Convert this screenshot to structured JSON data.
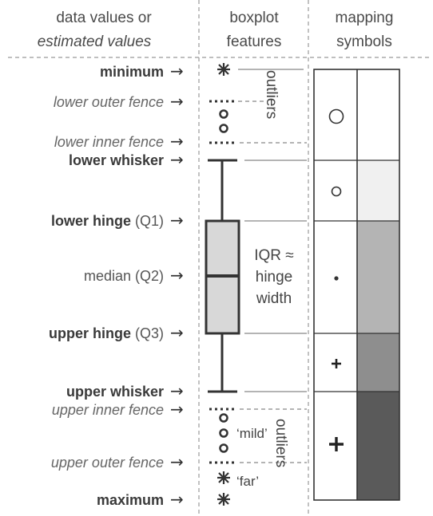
{
  "headers": {
    "col1_line1": "data values or",
    "col1_line2": "estimated values",
    "col2_line1": "boxplot",
    "col2_line2": "features",
    "col3_line1": "mapping",
    "col3_line2": "symbols"
  },
  "rows": {
    "minimum": "minimum",
    "lower_outer_fence": "lower outer fence",
    "lower_inner_fence": "lower inner fence",
    "lower_whisker": "lower whisker",
    "lower_hinge": "lower hinge",
    "lower_hinge_q": "(Q1)",
    "median": "median (Q2)",
    "upper_hinge": "upper hinge",
    "upper_hinge_q": "(Q3)",
    "upper_whisker": "upper whisker",
    "upper_inner_fence": "upper inner fence",
    "upper_outer_fence": "upper outer fence",
    "maximum": "maximum"
  },
  "annotations": {
    "outliers_top": "outliers",
    "outliers_bottom": "outliers",
    "iqr_line1": "IQR ≈",
    "iqr_line2": "hinge",
    "iqr_line3": "width",
    "mild": "‘mild’",
    "far": "‘far’"
  },
  "arrow_glyph": "→",
  "colors": {
    "shade_1": "#ffffff",
    "shade_2": "#f0f0f0",
    "shade_3": "#b4b4b4",
    "shade_4": "#8e8e8e",
    "shade_5": "#5a5a5a",
    "box_fill": "#d8d8d8",
    "line": "#3a3a3a"
  }
}
